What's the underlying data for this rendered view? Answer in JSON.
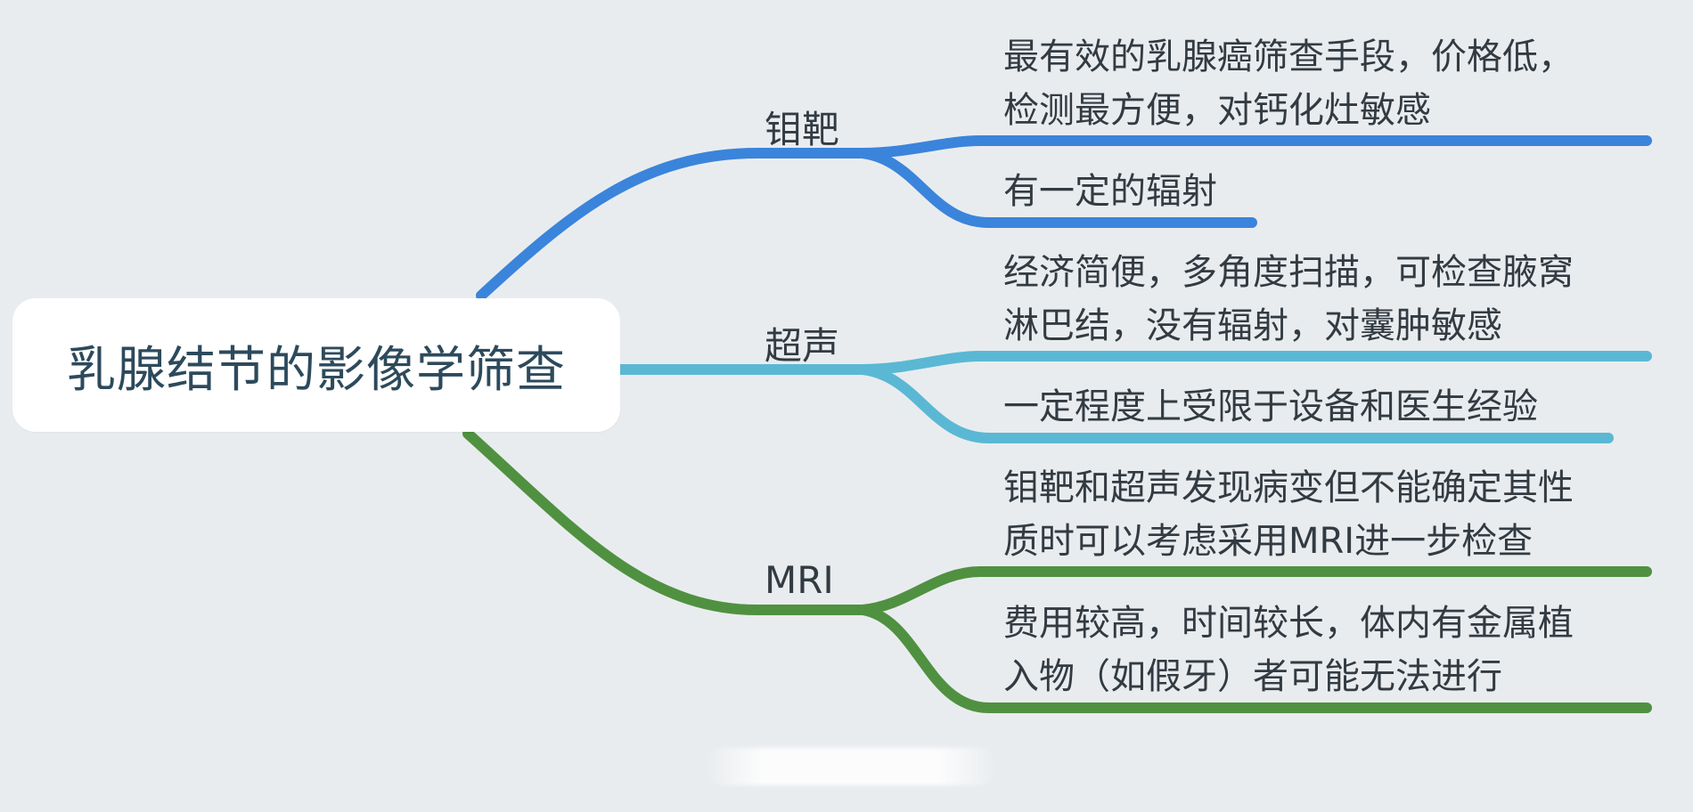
{
  "root": {
    "label": "乳腺结节的影像学筛查"
  },
  "colors": {
    "background": "#e9ecef",
    "root_box": "#ffffff",
    "branch_mammo": "#3b84db",
    "branch_ultrasound": "#5ab8d4",
    "branch_mri": "#4f9140",
    "text": "#333b42"
  },
  "branches": [
    {
      "label": "钼靶",
      "leaves": [
        {
          "lines": [
            "最有效的乳腺癌筛查手段，价格低，",
            "检测最方便，对钙化灶敏感"
          ]
        },
        {
          "lines": [
            "有一定的辐射"
          ]
        }
      ]
    },
    {
      "label": "超声",
      "leaves": [
        {
          "lines": [
            "经济简便，多角度扫描，可检查腋窝",
            "淋巴结，没有辐射，对囊肿敏感"
          ]
        },
        {
          "lines": [
            "一定程度上受限于设备和医生经验"
          ]
        }
      ]
    },
    {
      "label": "MRI",
      "leaves": [
        {
          "lines": [
            "钼靶和超声发现病变但不能确定其性",
            "质时可以考虑采用MRI进一步检查"
          ]
        },
        {
          "lines": [
            "费用较高，时间较长，体内有金属植",
            "入物（如假牙）者可能无法进行"
          ]
        }
      ]
    }
  ]
}
